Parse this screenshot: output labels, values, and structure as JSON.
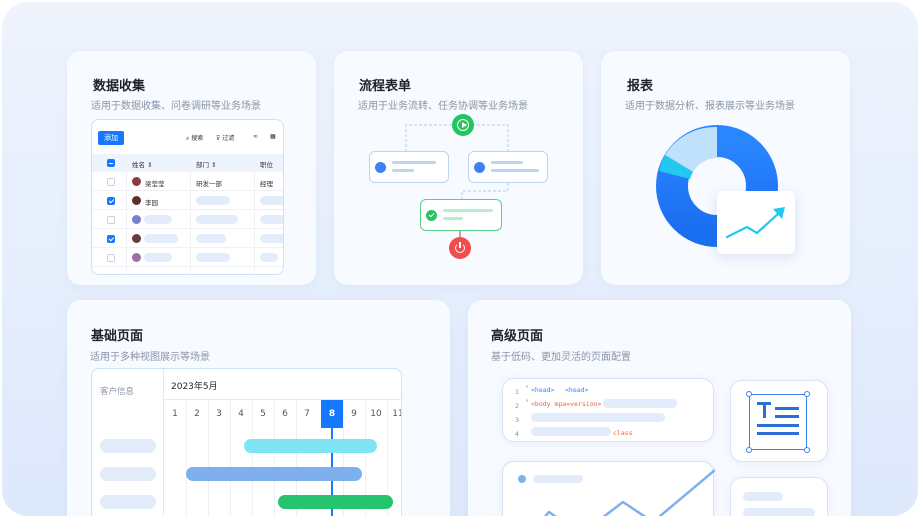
{
  "cards": {
    "data_collection": {
      "title": "数据收集",
      "desc": "适用于数据收集、问卷调研等业务场景",
      "table": {
        "add_label": "添加",
        "search_label": "搜索",
        "filter_label": "过滤",
        "columns": [
          "姓名",
          "部门",
          "职位"
        ],
        "rows": [
          {
            "name": "梁莹莹",
            "dept": "研发一部",
            "title": "经理",
            "checked": false
          },
          {
            "name": "李园",
            "dept": "",
            "title": "",
            "checked": true
          },
          {
            "name": "",
            "dept": "",
            "title": "",
            "checked": false
          },
          {
            "name": "",
            "dept": "",
            "title": "",
            "checked": true
          },
          {
            "name": "",
            "dept": "",
            "title": "",
            "checked": false
          }
        ]
      }
    },
    "process_form": {
      "title": "流程表单",
      "desc": "适用于业务流转、任务协调等业务场景"
    },
    "report": {
      "title": "报表",
      "desc": "适用于数据分析、报表展示等业务场景"
    },
    "basic_page": {
      "title": "基础页面",
      "desc": "适用于多种视图展示等场景",
      "gantt": {
        "side_label": "客户信息",
        "month_label": "2023年5月",
        "days": [
          "1",
          "2",
          "3",
          "4",
          "5",
          "6",
          "7",
          "8",
          "9",
          "10",
          "11"
        ],
        "active_day": "8"
      }
    },
    "advanced_page": {
      "title": "高级页面",
      "desc": "基于低码、更加灵活的页面配置",
      "code": {
        "line_numbers": [
          "1",
          "2",
          "3",
          "4"
        ],
        "line1_a": "<head>",
        "line1_b": "<head>",
        "line2": "<body mpa=version>",
        "line4": "class"
      }
    }
  },
  "colors": {
    "accent": "#1677ff",
    "green": "#22c55e",
    "red": "#f04d4d",
    "cyan": "#22c8f0"
  }
}
